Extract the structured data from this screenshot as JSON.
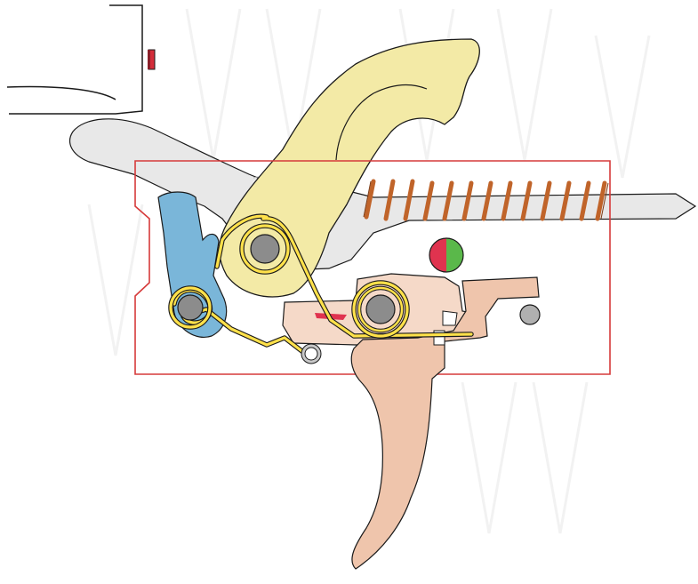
{
  "diagram": {
    "kind": "trigger-group-mechanism",
    "labels": [],
    "colors": {
      "background": "#ffffff",
      "outline": "#1a1a1a",
      "housing_frame": "#d63a3a",
      "hammer": "#f3eaa6",
      "hammer_spring": "#ffe14a",
      "mainspring": "#c0642a",
      "disconnector": "#7ab6d9",
      "trigger": "#efc5ac",
      "sear": "#f5d9c8",
      "bolt_carrier": "#e6e6e6",
      "pin": "#8c8c8c",
      "safety_red": "#e0334f",
      "safety_green": "#5ab84a",
      "indicator_red": "#d42d3a",
      "watermark": "#f2f2f2"
    },
    "parts": [
      "receiver-housing",
      "bolt-carrier",
      "hammer",
      "mainspring",
      "disconnector",
      "trigger",
      "sear",
      "hammer-spring",
      "trigger-spring",
      "safety-selector",
      "pivot-pins"
    ],
    "icons": {
      "safety": "safety-selector-icon",
      "indicator": "red-indicator-icon"
    }
  }
}
